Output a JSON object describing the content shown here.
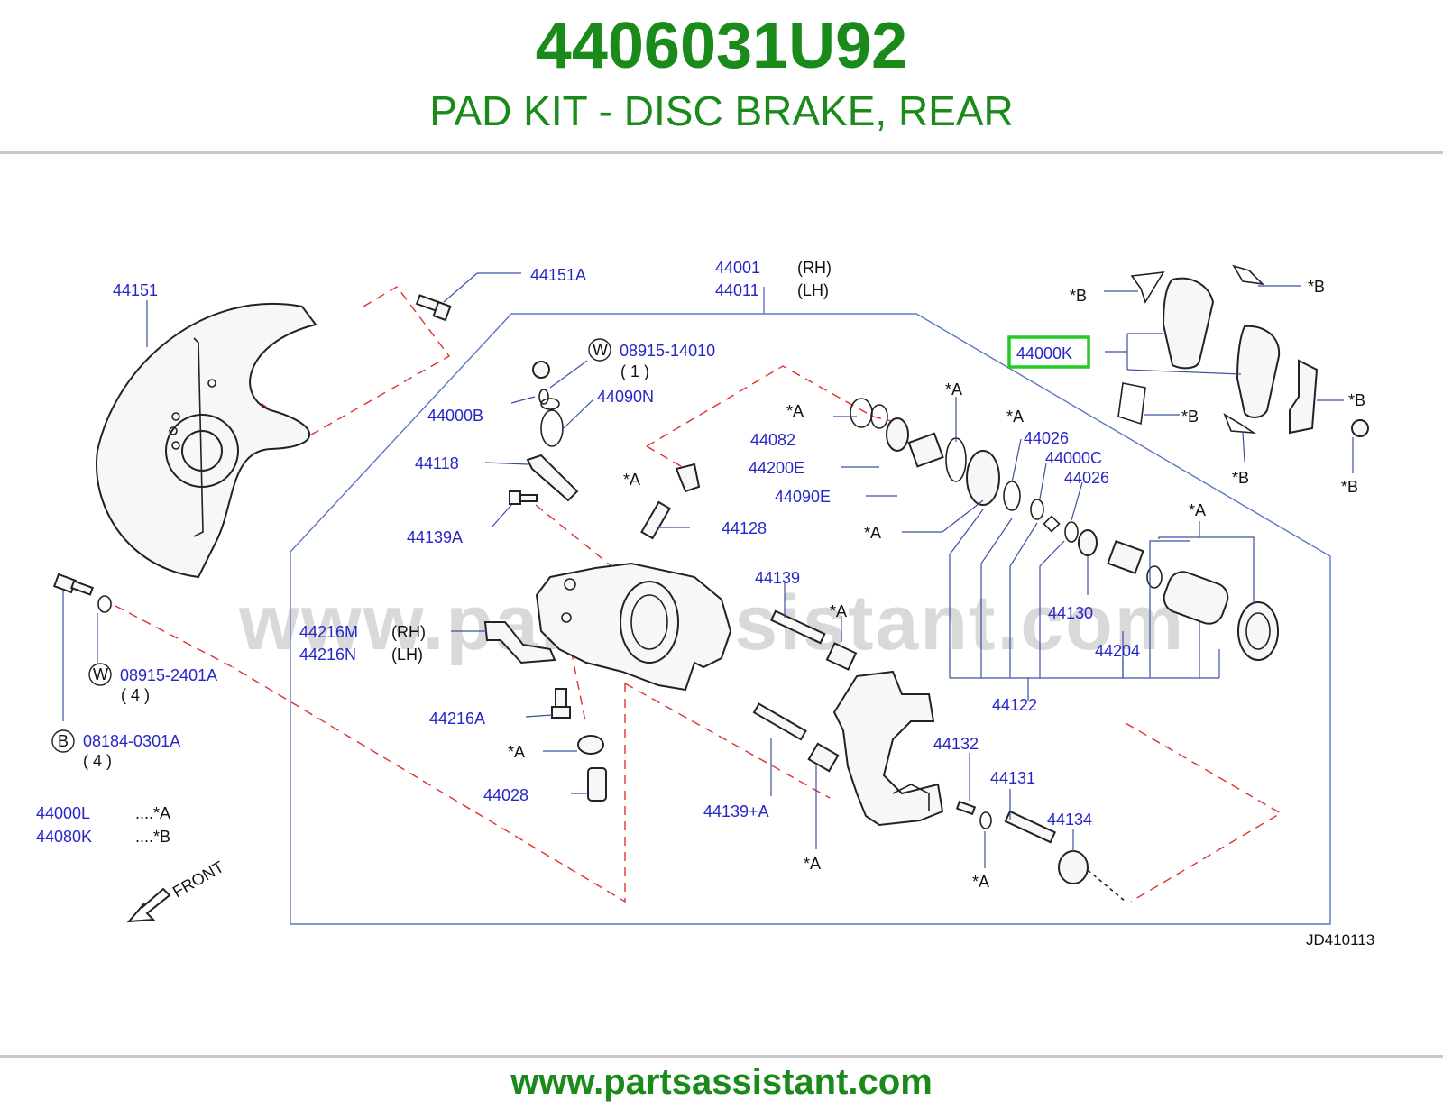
{
  "header": {
    "part_number": "4406031U92",
    "description": "PAD KIT - DISC BRAKE, REAR"
  },
  "footer": {
    "url": "www.partsassistant.com"
  },
  "watermark": "www.partsassistant.com",
  "diagram_code": "JD410113",
  "highlight_color": "#22cc22",
  "labels": {
    "l44151": "44151",
    "l44151A": "44151A",
    "l44001": "44001",
    "l44001_side": "(RH)",
    "l44011": "44011",
    "l44011_side": "(LH)",
    "l44000K": "44000K",
    "l08915_14010": "08915-14010",
    "l08915_14010_qty": "( 1 )",
    "l44000B": "44000B",
    "l44090N": "44090N",
    "l44118": "44118",
    "l44139A": "44139A",
    "l44082": "44082",
    "l44200E": "44200E",
    "l44090E": "44090E",
    "l44026a": "44026",
    "l44000C": "44000C",
    "l44026b": "44026",
    "l44128": "44128",
    "l44139": "44139",
    "l44130": "44130",
    "l44216M": "44216M",
    "l44216M_side": "(RH)",
    "l44216N": "44216N",
    "l44216N_side": "(LH)",
    "l44204": "44204",
    "l08915_2401A": "08915-2401A",
    "l08915_2401A_qty": "( 4 )",
    "l44216A": "44216A",
    "l44122": "44122",
    "l08184_0301A": "08184-0301A",
    "l08184_0301A_qty": "( 4 )",
    "l44132": "44132",
    "l44131": "44131",
    "l44028": "44028",
    "l44139pA": "44139+A",
    "l44134": "44134",
    "l44000L": "44000L",
    "l44000L_ref": "....*A",
    "l44080K": "44080K",
    "l44080K_ref": "....*B",
    "front": "FRONT",
    "W": "W",
    "B": "B",
    "starA": "*A",
    "starB": "*B"
  }
}
